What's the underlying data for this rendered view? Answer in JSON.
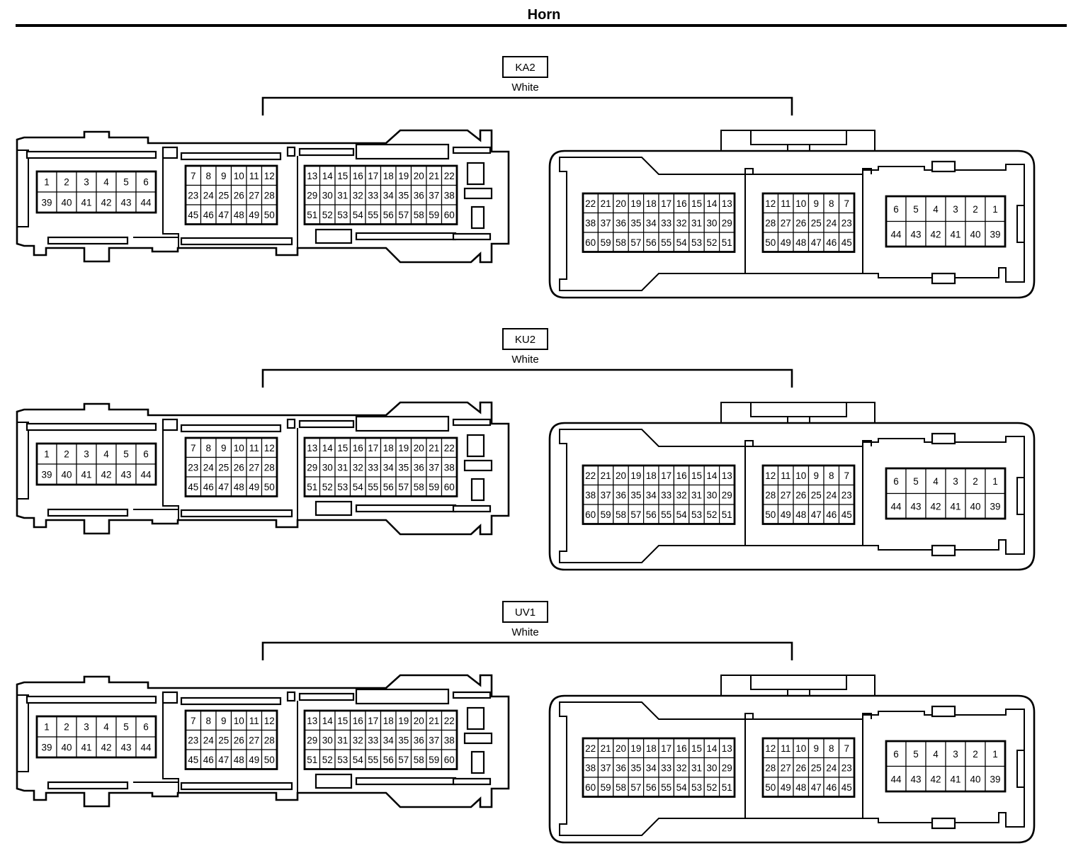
{
  "title": "Horn",
  "connectors": [
    {
      "code": "KA2",
      "color": "White",
      "harness_side": {
        "blocks": [
          [
            [
              "1",
              "2",
              "3",
              "4",
              "5",
              "6"
            ],
            [
              "39",
              "40",
              "41",
              "42",
              "43",
              "44"
            ]
          ],
          [
            [
              "7",
              "8",
              "9",
              "10",
              "11",
              "12"
            ],
            [
              "23",
              "24",
              "25",
              "26",
              "27",
              "28"
            ],
            [
              "45",
              "46",
              "47",
              "48",
              "49",
              "50"
            ]
          ],
          [
            [
              "13",
              "14",
              "15",
              "16",
              "17",
              "18",
              "19",
              "20",
              "21",
              "22"
            ],
            [
              "29",
              "30",
              "31",
              "32",
              "33",
              "34",
              "35",
              "36",
              "37",
              "38"
            ],
            [
              "51",
              "52",
              "53",
              "54",
              "55",
              "56",
              "57",
              "58",
              "59",
              "60"
            ]
          ]
        ]
      },
      "terminal_side": {
        "blocks": [
          [
            [
              "22",
              "21",
              "20",
              "19",
              "18",
              "17",
              "16",
              "15",
              "14",
              "13"
            ],
            [
              "38",
              "37",
              "36",
              "35",
              "34",
              "33",
              "32",
              "31",
              "30",
              "29"
            ],
            [
              "60",
              "59",
              "58",
              "57",
              "56",
              "55",
              "54",
              "53",
              "52",
              "51"
            ]
          ],
          [
            [
              "12",
              "11",
              "10",
              "9",
              "8",
              "7"
            ],
            [
              "28",
              "27",
              "26",
              "25",
              "24",
              "23"
            ],
            [
              "50",
              "49",
              "48",
              "47",
              "46",
              "45"
            ]
          ],
          [
            [
              "6",
              "5",
              "4",
              "3",
              "2",
              "1"
            ],
            [
              "44",
              "43",
              "42",
              "41",
              "40",
              "39"
            ]
          ]
        ]
      }
    },
    {
      "code": "KU2",
      "color": "White",
      "harness_side": {
        "blocks": [
          [
            [
              "1",
              "2",
              "3",
              "4",
              "5",
              "6"
            ],
            [
              "39",
              "40",
              "41",
              "42",
              "43",
              "44"
            ]
          ],
          [
            [
              "7",
              "8",
              "9",
              "10",
              "11",
              "12"
            ],
            [
              "23",
              "24",
              "25",
              "26",
              "27",
              "28"
            ],
            [
              "45",
              "46",
              "47",
              "48",
              "49",
              "50"
            ]
          ],
          [
            [
              "13",
              "14",
              "15",
              "16",
              "17",
              "18",
              "19",
              "20",
              "21",
              "22"
            ],
            [
              "29",
              "30",
              "31",
              "32",
              "33",
              "34",
              "35",
              "36",
              "37",
              "38"
            ],
            [
              "51",
              "52",
              "53",
              "54",
              "55",
              "56",
              "57",
              "58",
              "59",
              "60"
            ]
          ]
        ]
      },
      "terminal_side": {
        "blocks": [
          [
            [
              "22",
              "21",
              "20",
              "19",
              "18",
              "17",
              "16",
              "15",
              "14",
              "13"
            ],
            [
              "38",
              "37",
              "36",
              "35",
              "34",
              "33",
              "32",
              "31",
              "30",
              "29"
            ],
            [
              "60",
              "59",
              "58",
              "57",
              "56",
              "55",
              "54",
              "53",
              "52",
              "51"
            ]
          ],
          [
            [
              "12",
              "11",
              "10",
              "9",
              "8",
              "7"
            ],
            [
              "28",
              "27",
              "26",
              "25",
              "24",
              "23"
            ],
            [
              "50",
              "49",
              "48",
              "47",
              "46",
              "45"
            ]
          ],
          [
            [
              "6",
              "5",
              "4",
              "3",
              "2",
              "1"
            ],
            [
              "44",
              "43",
              "42",
              "41",
              "40",
              "39"
            ]
          ]
        ]
      }
    },
    {
      "code": "UV1",
      "color": "White",
      "harness_side": {
        "blocks": [
          [
            [
              "1",
              "2",
              "3",
              "4",
              "5",
              "6"
            ],
            [
              "39",
              "40",
              "41",
              "42",
              "43",
              "44"
            ]
          ],
          [
            [
              "7",
              "8",
              "9",
              "10",
              "11",
              "12"
            ],
            [
              "23",
              "24",
              "25",
              "26",
              "27",
              "28"
            ],
            [
              "45",
              "46",
              "47",
              "48",
              "49",
              "50"
            ]
          ],
          [
            [
              "13",
              "14",
              "15",
              "16",
              "17",
              "18",
              "19",
              "20",
              "21",
              "22"
            ],
            [
              "29",
              "30",
              "31",
              "32",
              "33",
              "34",
              "35",
              "36",
              "37",
              "38"
            ],
            [
              "51",
              "52",
              "53",
              "54",
              "55",
              "56",
              "57",
              "58",
              "59",
              "60"
            ]
          ]
        ]
      },
      "terminal_side": {
        "blocks": [
          [
            [
              "22",
              "21",
              "20",
              "19",
              "18",
              "17",
              "16",
              "15",
              "14",
              "13"
            ],
            [
              "38",
              "37",
              "36",
              "35",
              "34",
              "33",
              "32",
              "31",
              "30",
              "29"
            ],
            [
              "60",
              "59",
              "58",
              "57",
              "56",
              "55",
              "54",
              "53",
              "52",
              "51"
            ]
          ],
          [
            [
              "12",
              "11",
              "10",
              "9",
              "8",
              "7"
            ],
            [
              "28",
              "27",
              "26",
              "25",
              "24",
              "23"
            ],
            [
              "50",
              "49",
              "48",
              "47",
              "46",
              "45"
            ]
          ],
          [
            [
              "6",
              "5",
              "4",
              "3",
              "2",
              "1"
            ],
            [
              "44",
              "43",
              "42",
              "41",
              "40",
              "39"
            ]
          ]
        ]
      }
    }
  ]
}
